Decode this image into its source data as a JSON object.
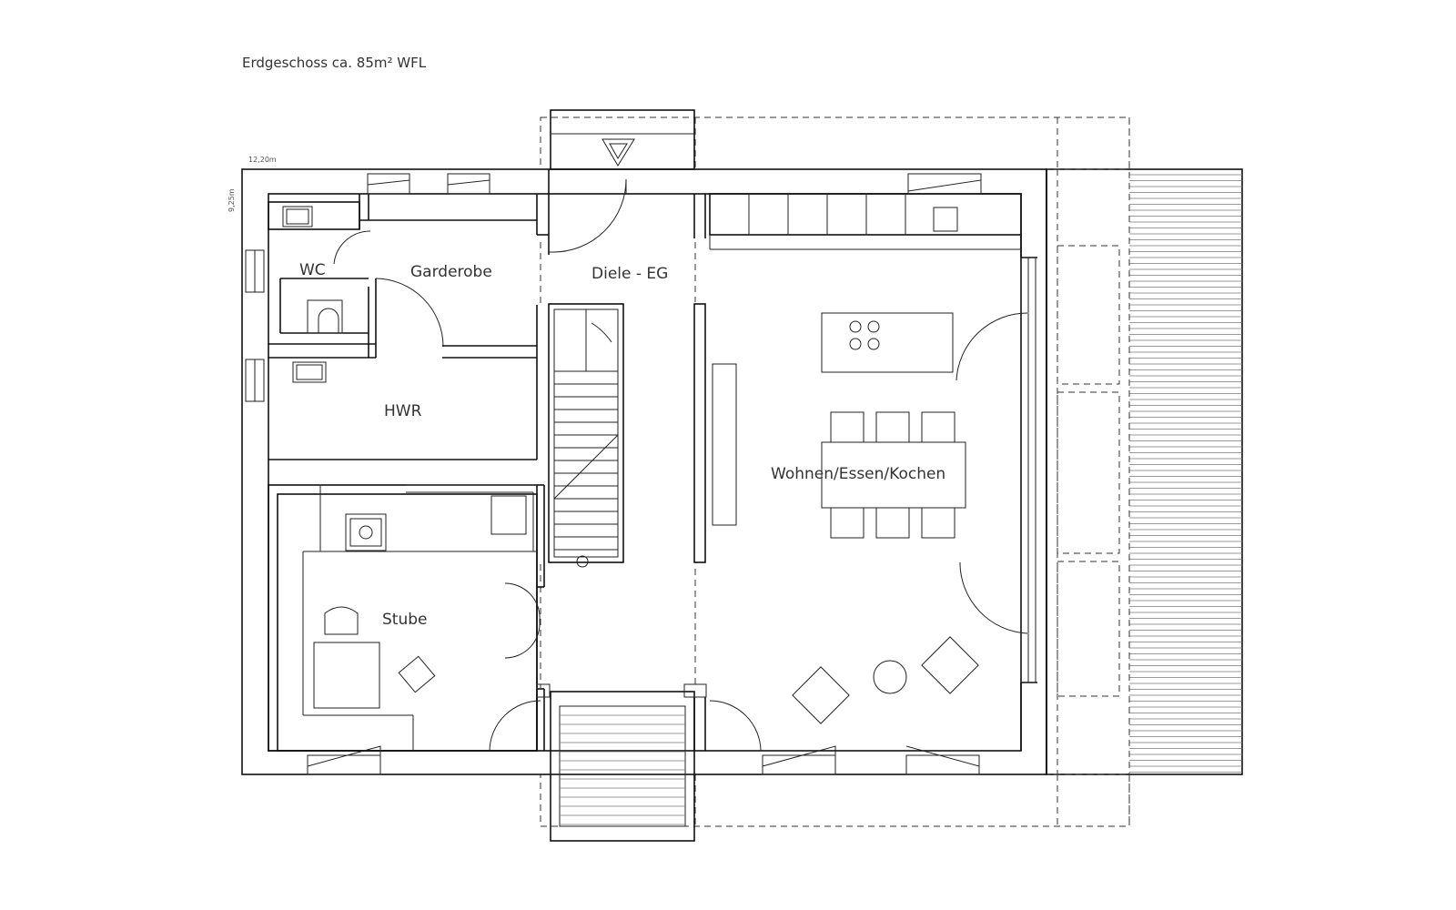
{
  "plan": {
    "title": "Erdgeschoss ca. 85m² WFL",
    "dim_width": "12,20m",
    "dim_depth": "9,25m",
    "rooms": {
      "wc": "WC",
      "garderobe": "Garderobe",
      "diele": "Diele - EG",
      "hwr": "HWR",
      "wohnen": "Wohnen/Essen/Kochen",
      "stube": "Stube"
    }
  },
  "colors": {
    "line": "#111111",
    "background": "#ffffff"
  }
}
